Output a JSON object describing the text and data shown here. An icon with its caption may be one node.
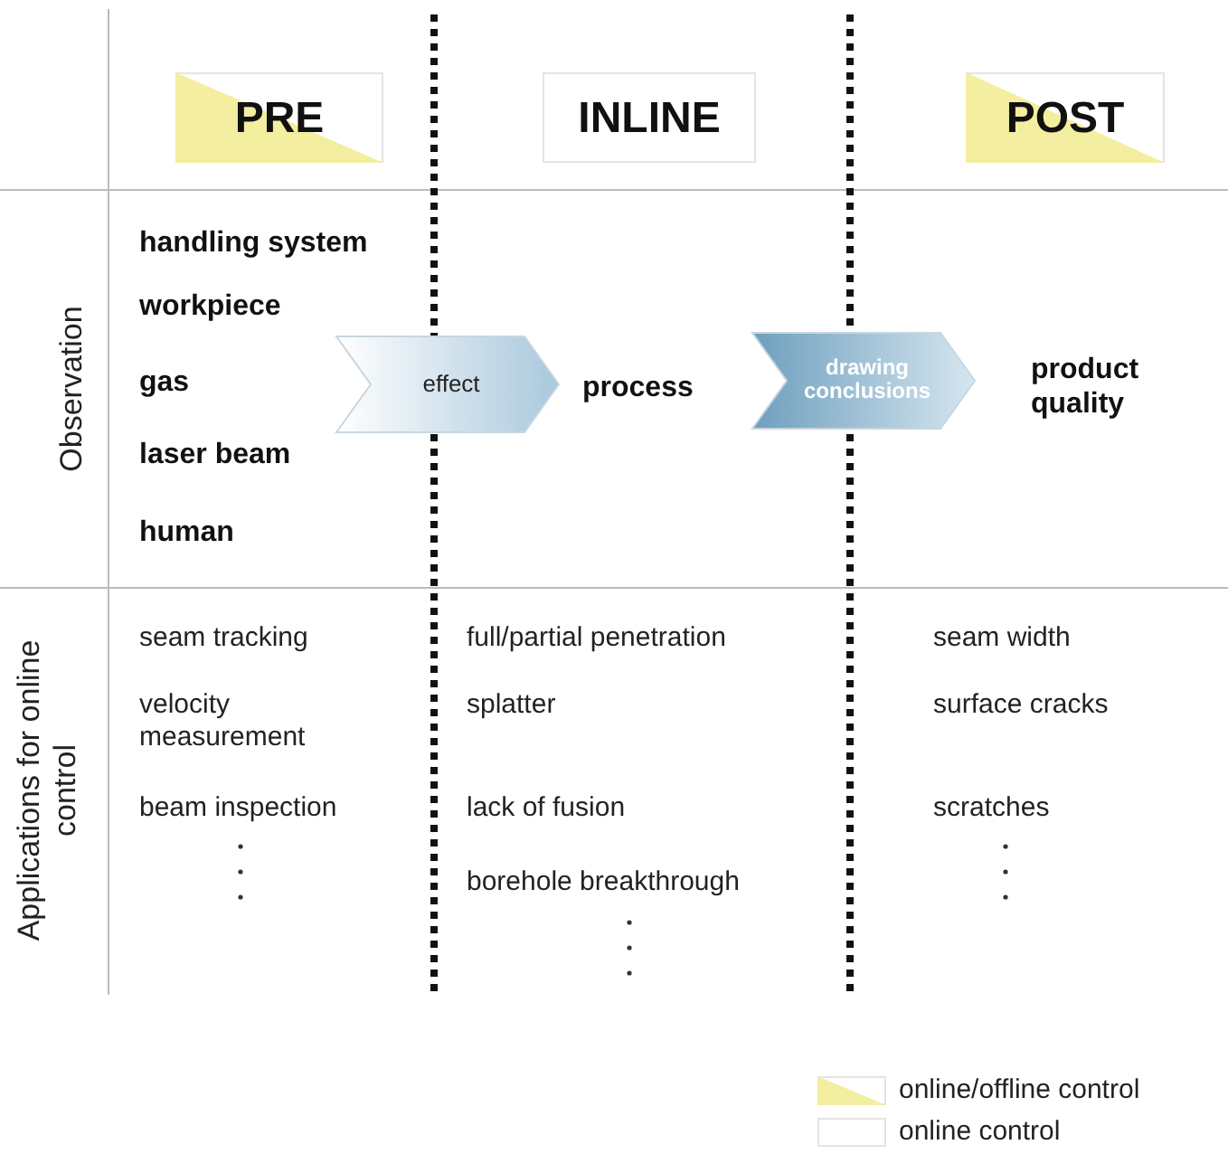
{
  "diagram": {
    "nodes": [
      {
        "text": [
          "PRE"
        ]
      },
      {
        "text": [
          "INLINE"
        ]
      },
      {
        "text": [
          "POST"
        ]
      },
      {
        "text": [
          "effect"
        ]
      },
      {
        "text": [
          "drawing conclusions"
        ]
      }
    ],
    "labels": [
      "Observation",
      "handling system",
      "workpiece",
      "gas",
      "laser beam",
      "human",
      "process",
      "product quality",
      "Applications for online control",
      "seam tracking",
      "full/partial penetration",
      "seam width",
      "velocity measurement",
      "splatter",
      "surface cracks",
      "beam inspection",
      "lack of fusion",
      "scratches",
      "borehole breakthrough"
    ],
    "legend": [
      {
        "text": "online/offline control"
      },
      {
        "text": "online control"
      }
    ]
  }
}
